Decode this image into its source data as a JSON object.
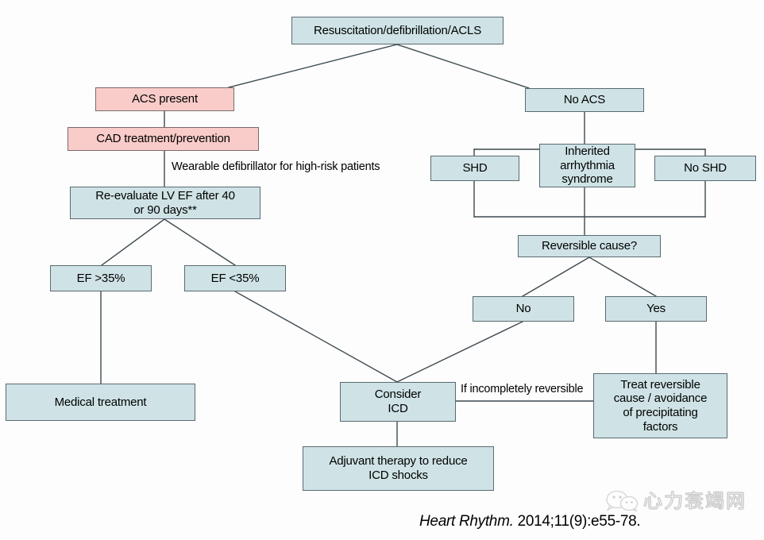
{
  "figure": {
    "title": "Resuscitation/defibrillation/ACLS decision flowchart",
    "background_color": "#fdfdfd",
    "box_fill_blue": "#cfe3e6",
    "box_fill_pink": "#f9ccc9",
    "box_border_color": "#5a6a70",
    "connector_color": "#3d4a50"
  },
  "nodes": {
    "root": "Resuscitation/defibrillation/ACLS",
    "acs_present": "ACS present",
    "cad_treatment": "CAD treatment/prevention",
    "reevaluate": "Re-evaluate LV EF after 40 or 90 days**",
    "reevaluate_line1": "Re-evaluate LV EF after 40",
    "reevaluate_line2": "or 90 days**",
    "ef_high": "EF >35%",
    "ef_low": "EF <35%",
    "medical_treatment": "Medical treatment",
    "no_acs": "No ACS",
    "shd": "SHD",
    "inherited_line1": "Inherited",
    "inherited_line2": "arrhythmia",
    "inherited_line3": "syndrome",
    "inherited": "Inherited arrhythmia syndrome",
    "no_shd": "No SHD",
    "reversible_cause": "Reversible cause?",
    "no": "No",
    "yes": "Yes",
    "consider_icd_line1": "Consider",
    "consider_icd_line2": "ICD",
    "consider_icd": "Consider ICD",
    "adjuvant_line1": "Adjuvant therapy to reduce",
    "adjuvant_line2": "ICD shocks",
    "adjuvant": "Adjuvant therapy to reduce ICD shocks",
    "treat_reversible_line1": "Treat reversible",
    "treat_reversible_line2": "cause / avoidance",
    "treat_reversible_line3": "of precipitating",
    "treat_reversible_line4": "factors",
    "treat_reversible": "Treat reversible cause / avoidance of precipitating factors"
  },
  "edge_labels": {
    "wearable": "Wearable defibrillator for high-risk patients",
    "incompletely_reversible": "If incompletely reversible"
  },
  "citation": {
    "journal": "Heart Rhythm.",
    "reference": " 2014;11(9):e55-78."
  },
  "watermark": {
    "text": "心力衰竭网"
  }
}
